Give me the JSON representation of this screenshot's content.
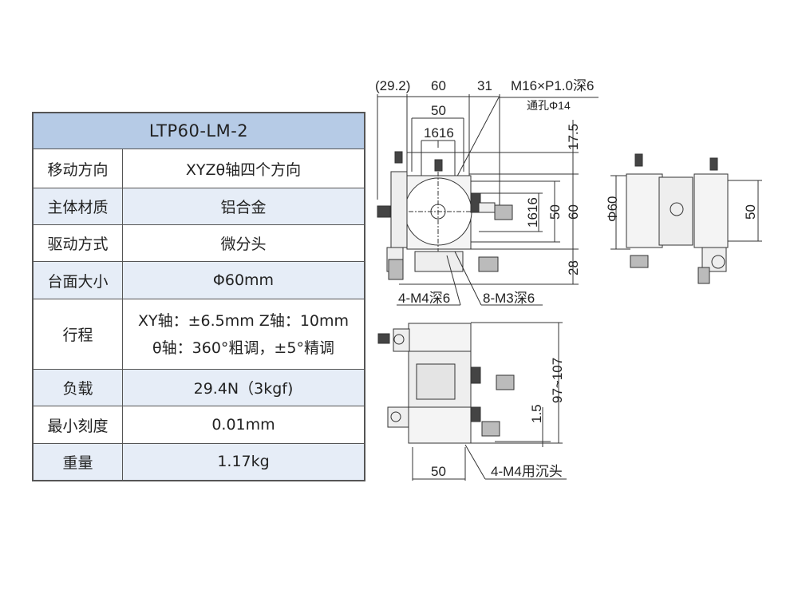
{
  "table": {
    "title": "LTP60-LM-2",
    "rows": [
      {
        "label": "移动方向",
        "value": "XYZθ轴四个方向"
      },
      {
        "label": "主体材质",
        "value": "铝合金"
      },
      {
        "label": "驱动方式",
        "value": "微分头"
      },
      {
        "label": "台面大小",
        "value": "Φ60mm"
      },
      {
        "label": "行程",
        "value_line1": "XY轴：±6.5mm Z轴：10mm",
        "value_line2": "θ轴：360°粗调，±5°精调"
      },
      {
        "label": "负载",
        "value": "29.4N（3kgf)"
      },
      {
        "label": "最小刻度",
        "value": "0.01mm"
      },
      {
        "label": "重量",
        "value": "1.17kg"
      }
    ]
  },
  "drawing": {
    "top_view": {
      "dim_29_2": "(29.2)",
      "dim_60": "60",
      "dim_31": "31",
      "thread_note": "M16×P1.0深6",
      "hole_note": "通孔Φ14",
      "dim_50": "50",
      "dim_1616": "1616",
      "dim_17_5": "17.5",
      "dim_1616_v": "1616",
      "dim_50_v": "50",
      "dim_60_v": "60",
      "dim_28": "28",
      "note_m4": "4-M4深6",
      "note_m3": "8-M3深6"
    },
    "side_view": {
      "dim_phi60": "Φ60",
      "dim_50": "50"
    },
    "front_view": {
      "dim_height": "97~107",
      "dim_1_5": "1.5",
      "dim_50": "50",
      "note_m4": "4-M4用沉头"
    }
  }
}
